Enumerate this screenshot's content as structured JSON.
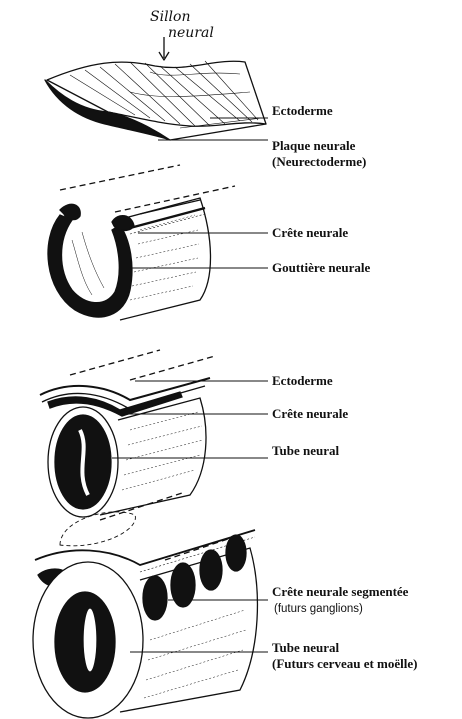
{
  "handwritten": {
    "line1": "Sillon",
    "line2": "neural"
  },
  "stage1": {
    "ectoderme": "Ectoderme",
    "plaque": "Plaque neurale",
    "neurectoderme": "(Neurectoderme)"
  },
  "stage2": {
    "crete": "Crête neurale",
    "gouttiere": "Gouttière neurale"
  },
  "stage3": {
    "ectoderme": "Ectoderme",
    "crete": "Crête neurale",
    "tube": "Tube neural"
  },
  "stage4": {
    "crete_segmentee": "Crête neurale segmentée",
    "futurs_ganglions": "(futurs ganglions)",
    "tube": "Tube neural",
    "futurs_cerveau": "(Futurs cerveau et moëlle)"
  }
}
